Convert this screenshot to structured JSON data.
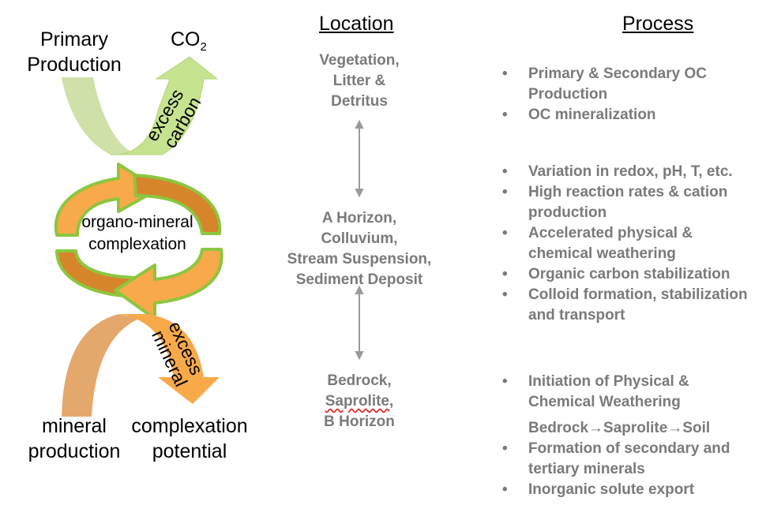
{
  "diagram": {
    "left": {
      "primary_production": [
        "Primary",
        "Production"
      ],
      "co2": {
        "base": "CO",
        "subscript": "2"
      },
      "excess_carbon": "excess carbon",
      "organo_mineral": [
        "organo-mineral",
        "complexation"
      ],
      "excess_mineral": "excess mineral",
      "mineral_production": [
        "mineral",
        "production"
      ],
      "complexation_potential": [
        "complexation",
        "potential"
      ]
    },
    "colors": {
      "green_light": "#cfe0a8",
      "green_arrow": "#c6e38f",
      "orange_dark": "#d6852b",
      "orange_light": "#f8a94a",
      "tan": "#e4a86c",
      "ring_outline": "#8cc63f",
      "text_gray": "#7a7a7a",
      "connector": "#9a9a9a"
    }
  },
  "location": {
    "header": "Location",
    "top": [
      "Vegetation,",
      "Litter &",
      "Detritus"
    ],
    "middle": [
      "A Horizon,",
      "Colluvium,",
      "Stream Suspension,",
      "Sediment Deposit"
    ],
    "bottom": [
      "Bedrock,",
      "Saprolite",
      ",",
      "B Horizon"
    ]
  },
  "process": {
    "header": "Process",
    "group1": [
      "Primary & Secondary OC Production",
      "OC mineralization"
    ],
    "group2": [
      "Variation in redox, pH, T, etc.",
      "High reaction rates & cation production",
      "Accelerated physical & chemical weathering",
      "Organic carbon stabilization",
      "Colloid formation, stabilization and transport"
    ],
    "group3_first": "Initiation of Physical & Chemical Weathering",
    "group3_sequence": [
      "Bedrock",
      "Saprolite",
      "Soil"
    ],
    "group3_rest": [
      "Formation of secondary and tertiary minerals",
      "Inorganic solute export"
    ]
  }
}
